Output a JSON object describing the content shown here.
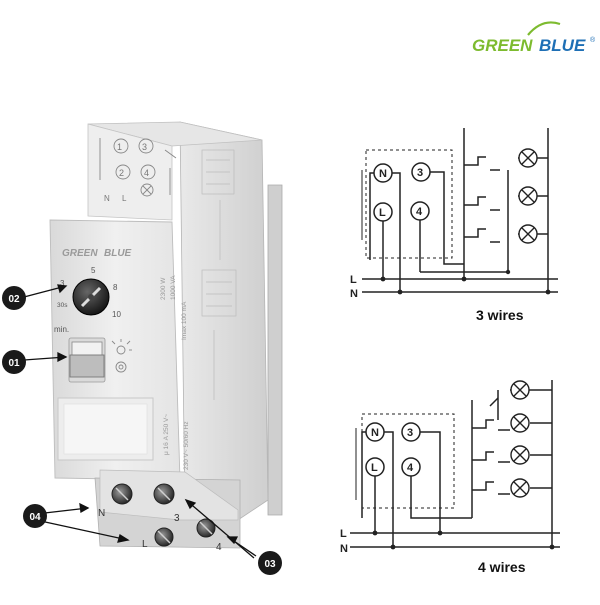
{
  "brand": {
    "green_part": "GREEN",
    "blue_part": "BLUE",
    "reg_mark": "®",
    "colors": {
      "green": "#7dbb2f",
      "blue": "#1e6fb5"
    }
  },
  "device": {
    "brand_green": "GREEN",
    "brand_blue": "BLUE",
    "diagram_labels": {
      "d1": "1",
      "d3": "3",
      "d2": "2",
      "d4": "4",
      "n": "N",
      "l": "L"
    },
    "dial_labels": {
      "d3": "3",
      "d5": "5",
      "d8": "8",
      "d10": "10",
      "d30s": "30s"
    },
    "min_label": "min.",
    "terminal_labels": {
      "n": "N",
      "three": "3",
      "l": "L",
      "four": "4"
    },
    "side_text": {
      "rating_1": "2300 W",
      "rating_2": "1000 VA",
      "rating_3": "Imax 100 mA",
      "rating_4": "μ 16 A 250 V~",
      "rating_5": "230 V~ 50/60 Hz"
    }
  },
  "callouts": [
    {
      "id": "01",
      "label": "01"
    },
    {
      "id": "02",
      "label": "02"
    },
    {
      "id": "03",
      "label": "03"
    },
    {
      "id": "04",
      "label": "04"
    }
  ],
  "diagrams": {
    "three_wire": {
      "caption": "3 wires",
      "terminals": {
        "n": "N",
        "three": "3",
        "l": "L",
        "four": "4"
      },
      "line_labels": {
        "l": "L",
        "n": "N"
      }
    },
    "four_wire": {
      "caption": "4 wires",
      "terminals": {
        "n": "N",
        "three": "3",
        "l": "L",
        "four": "4"
      },
      "line_labels": {
        "l": "L",
        "n": "N"
      }
    }
  }
}
